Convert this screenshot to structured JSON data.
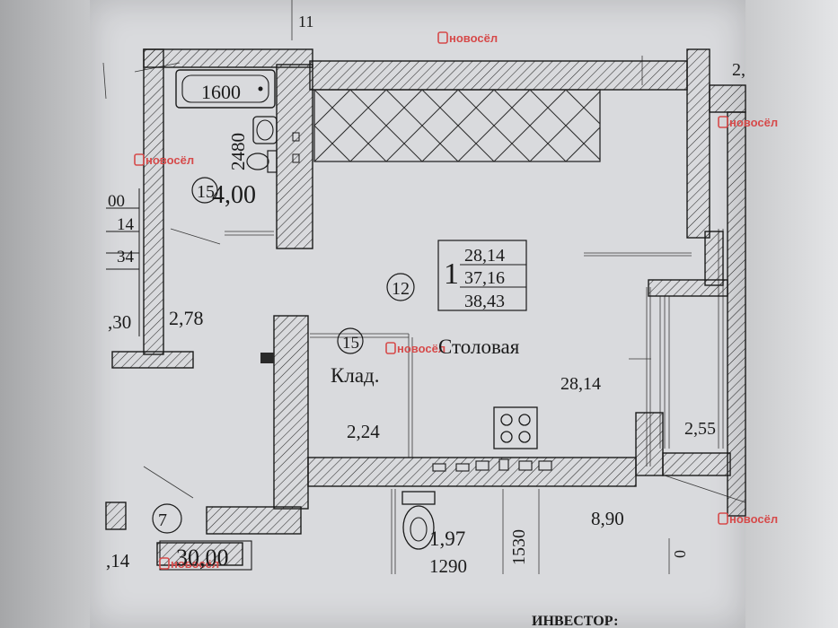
{
  "watermark": {
    "brand": "новосёл",
    "color": "#d64a4a"
  },
  "bathroom": {
    "tub_length": "1600",
    "room_depth": "2480",
    "number": "15",
    "area": "4,00"
  },
  "main_room": {
    "number": "12",
    "apartment_no": "1",
    "area_living": "28,14",
    "area_total": "37,16",
    "area_with_balcony": "38,43",
    "name": "Столовая",
    "area": "28,14"
  },
  "storage": {
    "number": "15",
    "name": "Клад.",
    "area": "2,24"
  },
  "corridor": {
    "area": "2,78"
  },
  "balcony": {
    "area": "2,55"
  },
  "lower": {
    "wc_area": "1,97",
    "dim_1290": "1290",
    "dim_1530": "1530",
    "area_right": "8,90",
    "room7_number": "7",
    "room7_area": "30,00",
    "left_value": ",14",
    "investor": "ИНВЕСТОР:"
  },
  "left_margin": {
    "row1": "00",
    "row2": "14",
    "row3": "34",
    "row4": ",30"
  },
  "top_right": "2,",
  "axis_mark": "11",
  "zero_mark": "0"
}
